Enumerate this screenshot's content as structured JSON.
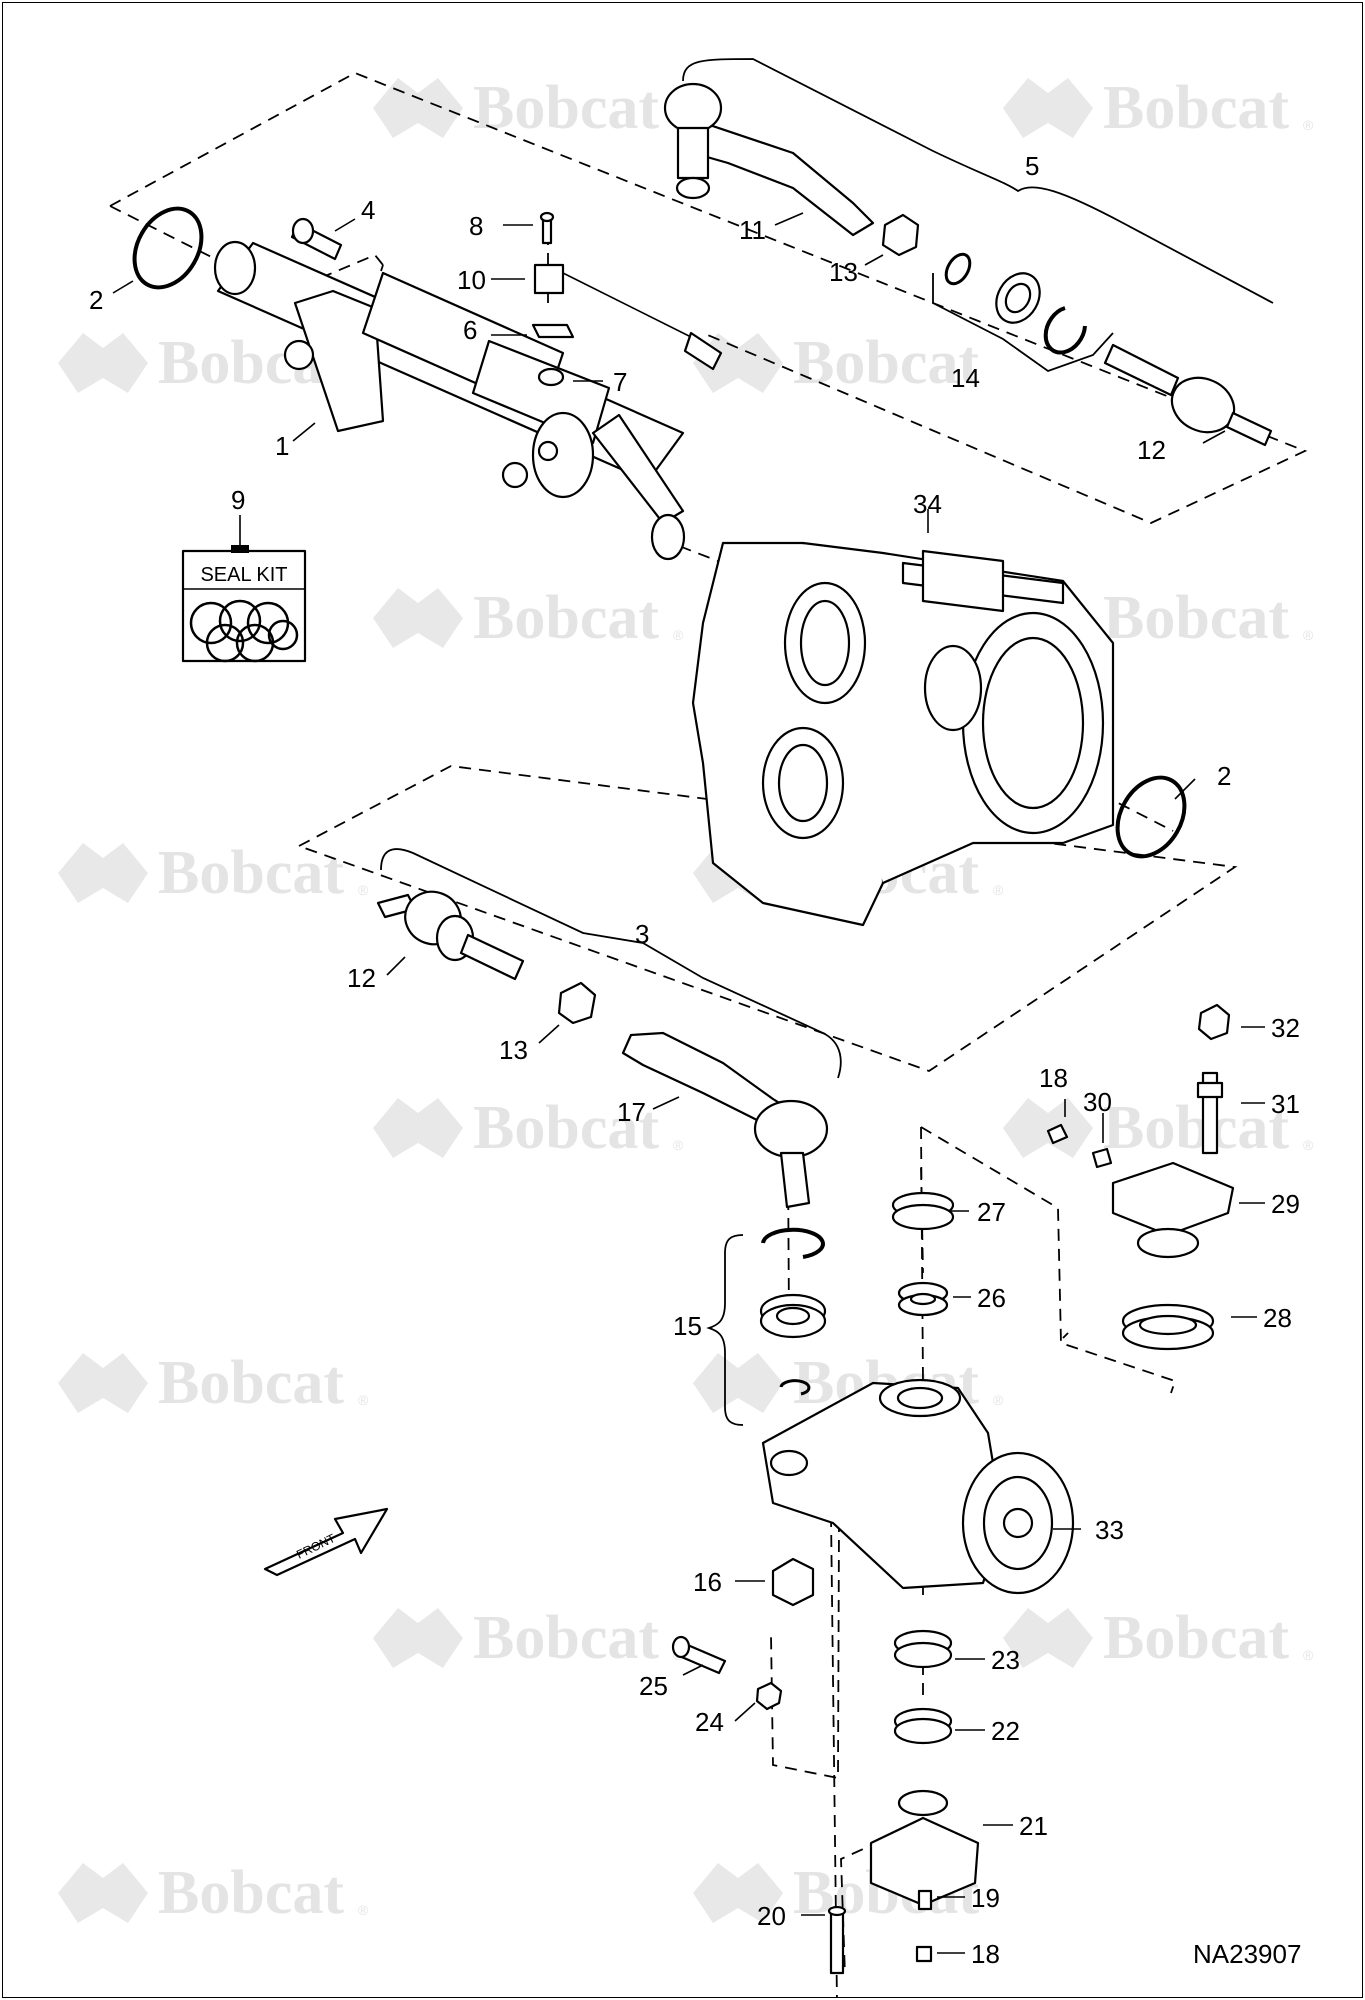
{
  "drawing": {
    "code": "NA23907",
    "watermark": "Bobcat",
    "watermark_mark": "®",
    "seal_kit_label": "SEAL KIT",
    "front_label": "FRONT",
    "colors": {
      "lines": "#000000",
      "background": "#ffffff",
      "watermark": "#e4e4e4"
    }
  },
  "callouts": [
    {
      "id": "c1",
      "label": "1"
    },
    {
      "id": "c2a",
      "label": "2"
    },
    {
      "id": "c2b",
      "label": "2"
    },
    {
      "id": "c3",
      "label": "3"
    },
    {
      "id": "c4",
      "label": "4"
    },
    {
      "id": "c5",
      "label": "5"
    },
    {
      "id": "c6",
      "label": "6"
    },
    {
      "id": "c7",
      "label": "7"
    },
    {
      "id": "c8",
      "label": "8"
    },
    {
      "id": "c9",
      "label": "9"
    },
    {
      "id": "c10",
      "label": "10"
    },
    {
      "id": "c11",
      "label": "11"
    },
    {
      "id": "c12a",
      "label": "12"
    },
    {
      "id": "c12b",
      "label": "12"
    },
    {
      "id": "c13a",
      "label": "13"
    },
    {
      "id": "c13b",
      "label": "13"
    },
    {
      "id": "c14",
      "label": "14"
    },
    {
      "id": "c15",
      "label": "15"
    },
    {
      "id": "c16",
      "label": "16"
    },
    {
      "id": "c17",
      "label": "17"
    },
    {
      "id": "c18a",
      "label": "18"
    },
    {
      "id": "c18b",
      "label": "18"
    },
    {
      "id": "c19",
      "label": "19"
    },
    {
      "id": "c20",
      "label": "20"
    },
    {
      "id": "c21",
      "label": "21"
    },
    {
      "id": "c22",
      "label": "22"
    },
    {
      "id": "c23",
      "label": "23"
    },
    {
      "id": "c24",
      "label": "24"
    },
    {
      "id": "c25",
      "label": "25"
    },
    {
      "id": "c26",
      "label": "26"
    },
    {
      "id": "c27",
      "label": "27"
    },
    {
      "id": "c28",
      "label": "28"
    },
    {
      "id": "c29",
      "label": "29"
    },
    {
      "id": "c30",
      "label": "30"
    },
    {
      "id": "c31",
      "label": "31"
    },
    {
      "id": "c32",
      "label": "32"
    },
    {
      "id": "c33",
      "label": "33"
    },
    {
      "id": "c34",
      "label": "34"
    }
  ]
}
